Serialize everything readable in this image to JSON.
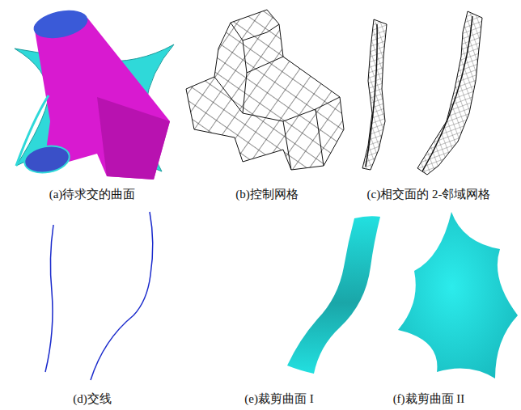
{
  "diagram": {
    "labels": [
      "(a)待求交的曲面",
      "(b)控制网格",
      "(c)相交面的 2-邻域网格",
      "(d)交线",
      "(e)裁剪曲面 I",
      "(f)裁剪曲面 II"
    ]
  }
}
